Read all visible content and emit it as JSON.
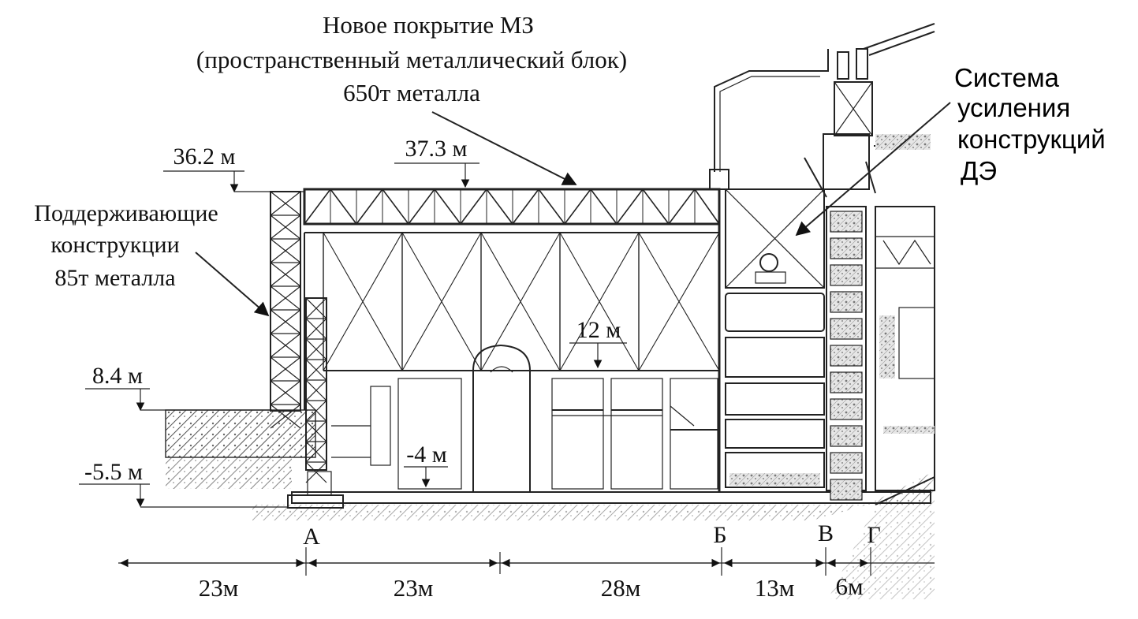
{
  "annotations": {
    "roof_line1": "Новое покрытие МЗ",
    "roof_line2": "(пространственный металлический блок)",
    "roof_line3": "650т  металла",
    "support_line1": "Поддерживающие",
    "support_line2": "конструкции",
    "support_line3": "85т металла",
    "system_line1": "Система",
    "system_line2": "усиления",
    "system_line3": "конструкций",
    "system_line4": "ДЭ"
  },
  "elevations": {
    "e362": "36.2 м",
    "e373": "37.3 м",
    "e12": "12 м",
    "e84": "8.4 м",
    "e4": "-4 м",
    "e55": "-5.5 м"
  },
  "axes": {
    "a": "А",
    "b": "Б",
    "v": "В",
    "g": "Г"
  },
  "spans": {
    "s1": "23м",
    "s2": "23м",
    "s3": "28м",
    "s4": "13м",
    "s5": "6м"
  },
  "colors": {
    "ink": "#222222",
    "hatch": "#555555",
    "paper": "#ffffff"
  }
}
